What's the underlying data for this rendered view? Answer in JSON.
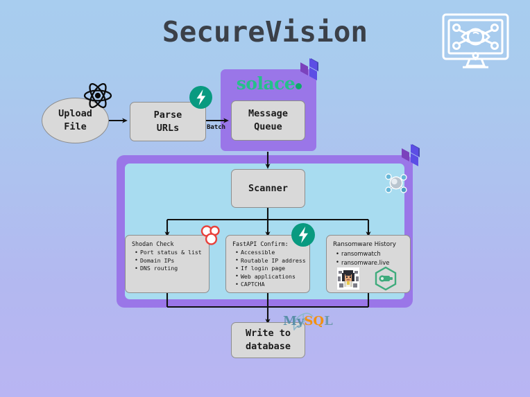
{
  "page": {
    "title": "SecureVision",
    "background_top": "#a8cdef",
    "background_bottom": "#b9b5f3",
    "accent_purple": "#9a76e8",
    "accent_blue": "#a8dcf0",
    "node_fill": "#d9d9d9",
    "solace_green": "#25c08a",
    "fastapi_teal": "#099a80"
  },
  "header": {
    "title": "SecureVision",
    "logo_icon": "monitor-eye-network-icon"
  },
  "flow": {
    "upload": {
      "label": "Upload\nFile",
      "line1": "Upload",
      "line2": "File",
      "icon": "react-atom-icon"
    },
    "parse": {
      "label": "Parse\nURLs",
      "line1": "Parse",
      "line2": "URLs",
      "icon": "fastapi-lightning-icon"
    },
    "queue": {
      "label": "Message\nQueue",
      "line1": "Message",
      "line2": "Queue"
    },
    "scanner": {
      "label": "Scanner",
      "icon": "celery-molecule-icon"
    },
    "write": {
      "label": "Write to\ndatabase",
      "line1": "Write to",
      "line2": "database",
      "icon": "mysql-logo"
    },
    "edge_batch_label": "Batch"
  },
  "panels": {
    "solace": {
      "logo_text": "solace",
      "logo_icon": "solace-wordmark",
      "corner_icon": "terraform-icon"
    },
    "scanner_group": {
      "corner_icon": "terraform-icon"
    }
  },
  "checks": [
    {
      "id": "shodan",
      "title": "Shodan Check",
      "icon": "shodan-circles-icon",
      "items": [
        "Port status & list",
        "Domain IPs",
        "DNS routing"
      ]
    },
    {
      "id": "fastapi",
      "title": "FastAPI Confirm:",
      "icon": "fastapi-lightning-icon",
      "items": [
        "Accessible",
        "Routable IP address",
        "If login page",
        "Web applications",
        "CAPTCHA"
      ]
    },
    {
      "id": "ransomware",
      "title": "Ransomware History",
      "items": [
        "ransomwatch",
        "ransomware.live"
      ],
      "logos": [
        "ransomwatch-avatar-icon",
        "ransomware-live-hexagon-icon"
      ]
    }
  ],
  "mysql": {
    "part1": "My",
    "part2": "SQ",
    "part3": "L"
  }
}
